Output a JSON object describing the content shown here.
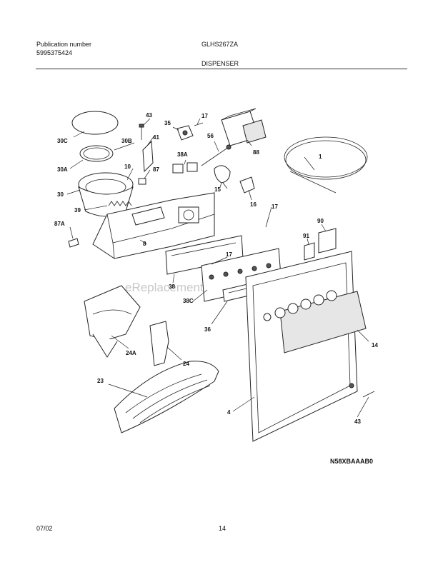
{
  "header": {
    "publication_label": "Publication number",
    "publication_number": "5995375424",
    "model": "GLHS267ZA",
    "section": "DISPENSER"
  },
  "footer": {
    "date": "07/02",
    "page": "14",
    "diagram_code": "N58XBAAAB0"
  },
  "watermark": "eReplacementParts.com",
  "callouts": [
    "43",
    "17",
    "35",
    "41",
    "56",
    "30C",
    "30B",
    "88",
    "1",
    "87",
    "38A",
    "10",
    "30A",
    "15",
    "16",
    "30",
    "39",
    "17",
    "87A",
    "90",
    "91",
    "8",
    "17",
    "38",
    "38C",
    "36",
    "14",
    "24A",
    "24",
    "23",
    "4",
    "43"
  ]
}
